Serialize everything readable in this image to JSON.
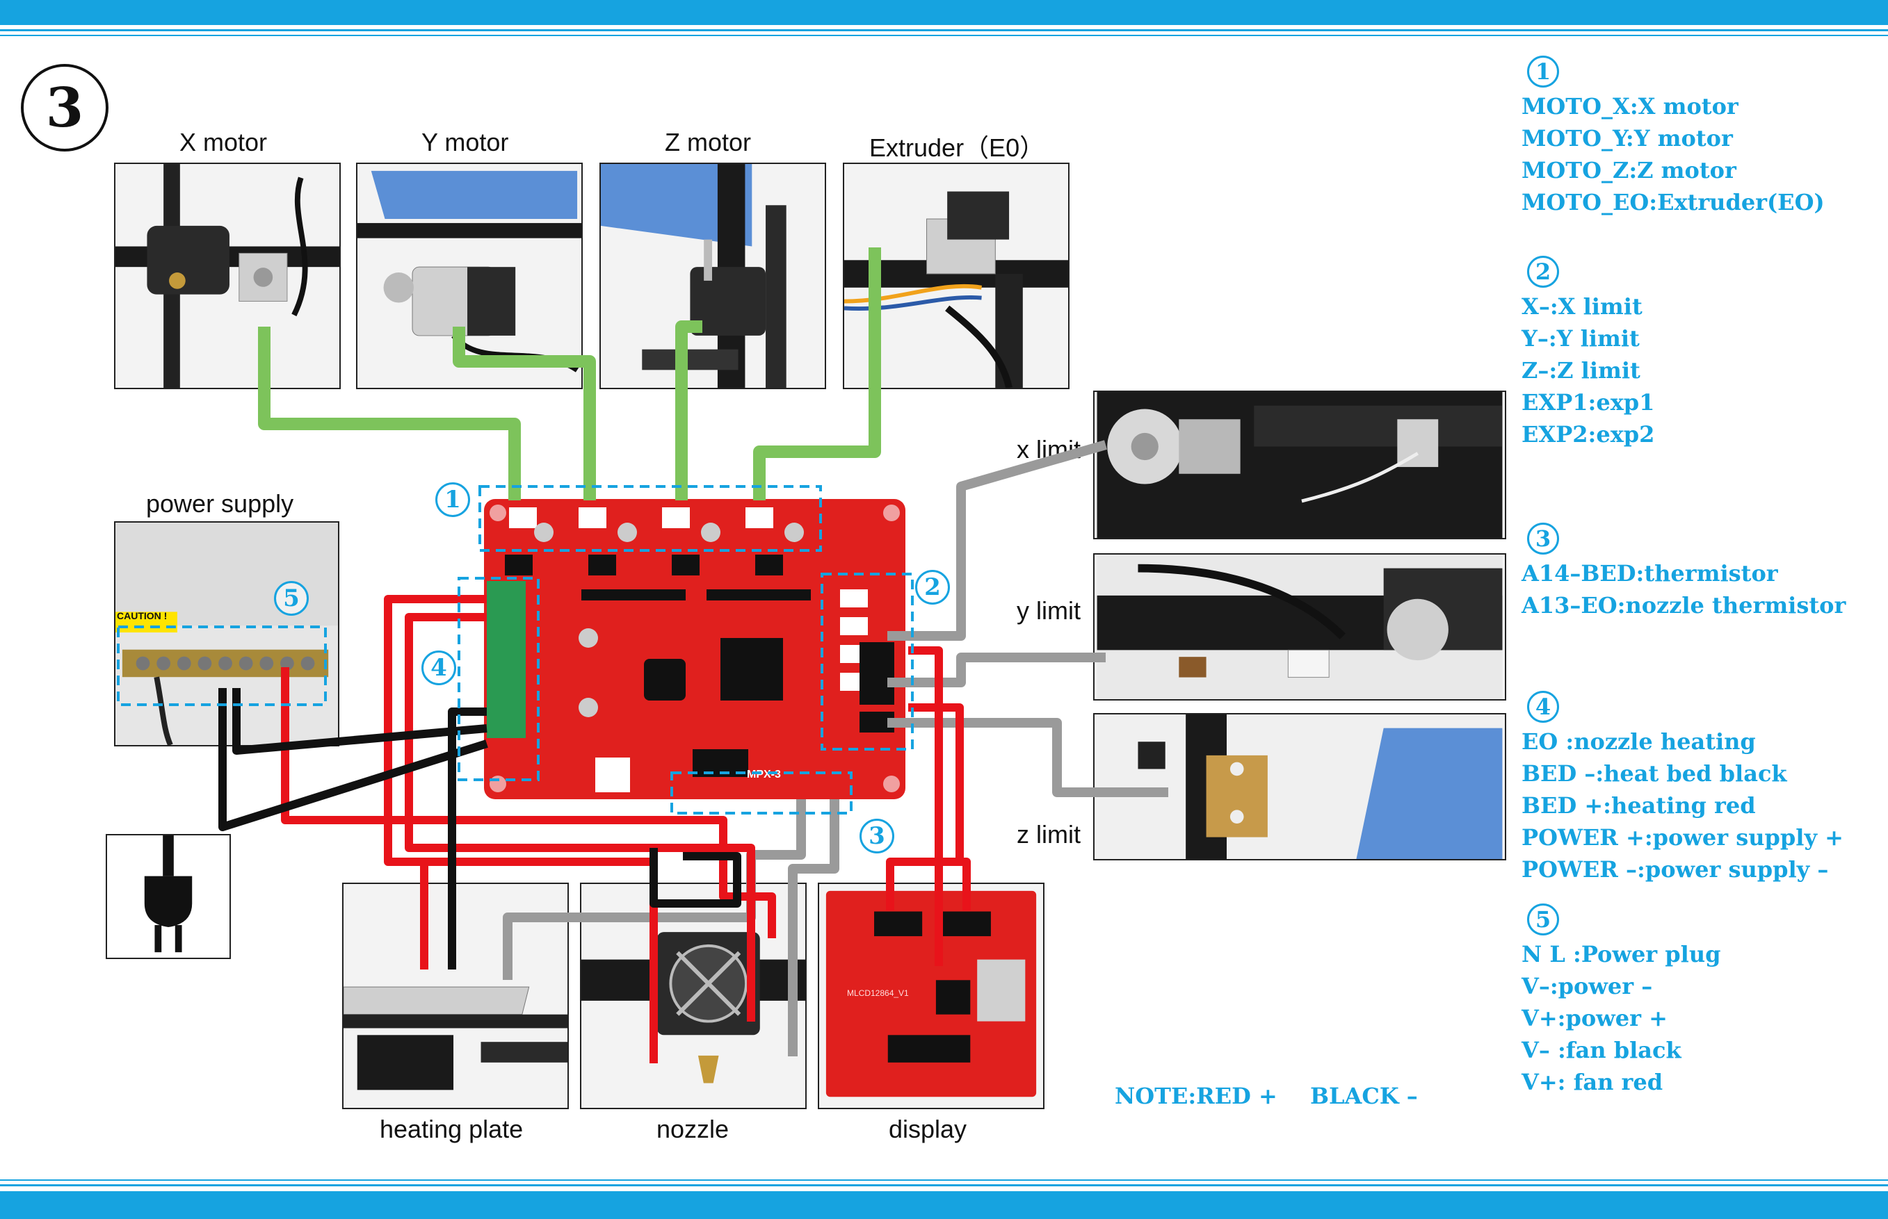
{
  "step_number": "3",
  "components": {
    "x_motor": "X motor",
    "y_motor": "Y motor",
    "z_motor": "Z motor",
    "extruder": "Extruder（E0）",
    "power_supply": "power supply",
    "x_limit": "x limit",
    "y_limit": "y limit",
    "z_limit": "z limit",
    "heating_plate": "heating plate",
    "nozzle": "nozzle",
    "display": "display"
  },
  "board_texts": {
    "model": "MPX-3",
    "display_model": "MLCD12864_V1",
    "caution": "CAUTION !"
  },
  "callouts": [
    "1",
    "2",
    "3",
    "4",
    "5"
  ],
  "legend": [
    {
      "num": "1",
      "lines": [
        "MOTO_X:X motor",
        "MOTO_Y:Y motor",
        "MOTO_Z:Z motor",
        "MOTO_EO:Extruder(EO)"
      ]
    },
    {
      "num": "2",
      "lines": [
        "X–:X limit",
        "Y–:Y limit",
        "Z–:Z limit",
        "EXP1:exp1",
        "EXP2:exp2"
      ]
    },
    {
      "num": "3",
      "lines": [
        "A14–BED:thermistor",
        "A13–EO:nozzle thermistor"
      ]
    },
    {
      "num": "4",
      "lines": [
        "EO :nozzle heating",
        "BED –:heat bed black",
        "BED +:heating red",
        "POWER +:power supply +",
        "POWER –:power supply –"
      ]
    },
    {
      "num": "5",
      "lines": [
        "N L :Power plug",
        "V–:power –",
        "V+:power +",
        "V– :fan black",
        "V+: fan red"
      ]
    }
  ],
  "note": {
    "red": "NOTE:RED +",
    "black": "BLACK –"
  },
  "colors": {
    "accent": "#16a3e0",
    "motor_wire": "#7dc35b",
    "limit_wire": "#9a9a9a",
    "positive_wire": "#e8131a",
    "negative_wire": "#111111",
    "board": "#e0201e"
  }
}
